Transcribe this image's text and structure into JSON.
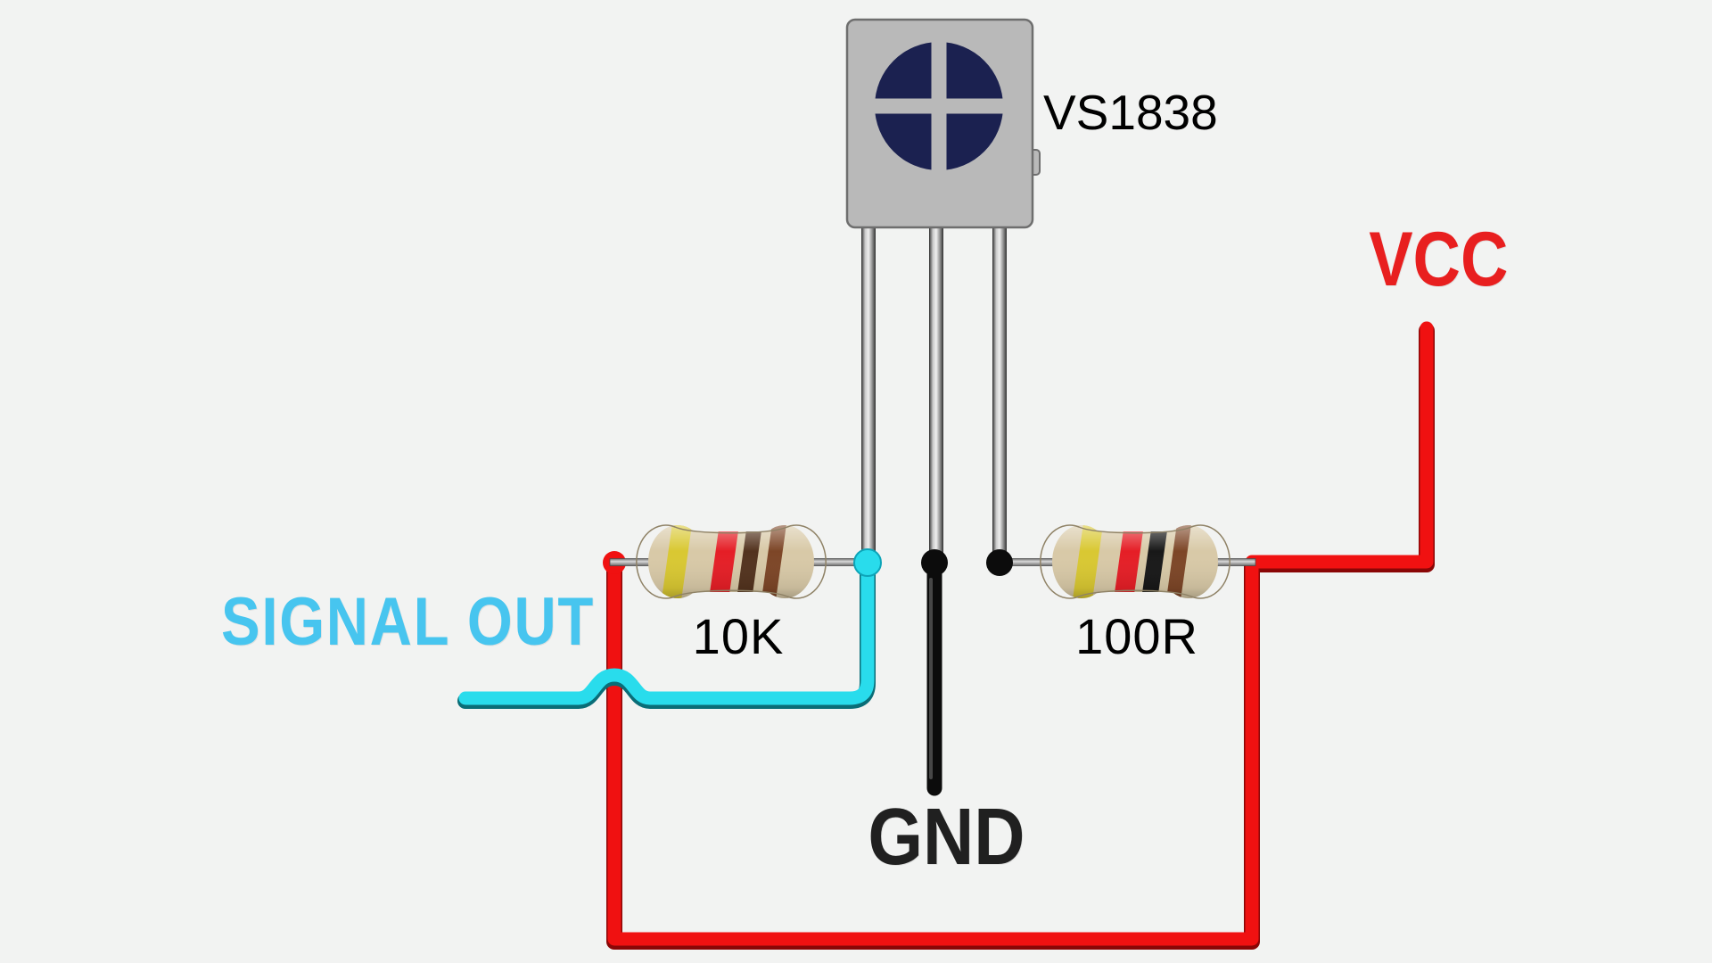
{
  "labels": {
    "module": "VS1838",
    "signal_out": "SIGNAL OUT",
    "gnd": "GND",
    "vcc": "VCC"
  },
  "resistors": [
    {
      "label": "10K",
      "bands": [
        "#d9c832",
        "#e51e26",
        "#53331e",
        "#7d4627"
      ]
    },
    {
      "label": "100R",
      "bands": [
        "#d9c832",
        "#e51e26",
        "#181818",
        "#7d4627"
      ]
    }
  ],
  "colors": {
    "background": "#f2f3f2",
    "wire_red": "#f01111",
    "wire_red_shadow": "#8a0606",
    "wire_cyan": "#29dcec",
    "wire_cyan_shadow": "#0a6d77",
    "wire_black": "#0c0c0c",
    "module_body": "#b9b9b9",
    "module_border": "#6e6e6e",
    "lens_navy": "#1b2150",
    "resistor_body": "#d8c9a7",
    "resistor_outline": "#8f8266",
    "label_signal_out": "#47c5ef",
    "label_gnd": "#202020",
    "label_vcc": "#e81f1f",
    "component_text": "#000000"
  }
}
